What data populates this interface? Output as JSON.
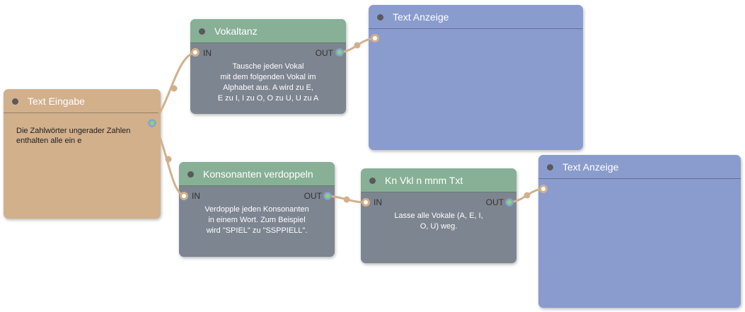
{
  "colors": {
    "wire": "#d2b08c",
    "output_port": "#7ed87e",
    "header_green": "#87b096",
    "node_gray": "#7d8590",
    "input_node": "#d2b08c",
    "display_node": "#8a9ccd"
  },
  "nodes": {
    "text_input": {
      "title": "Text Eingabe",
      "text": "Die Zahlwörter ungerader Zahlen\nenthalten alle ein e"
    },
    "vokaltanz": {
      "title": "Vokaltanz",
      "in_label": "IN",
      "out_label": "OUT",
      "description": "Tausche jeden Vokal\nmit dem folgenden Vokal im\nAlphabet aus. A wird zu E,\nE zu I, I zu O, O zu U, U zu A"
    },
    "display_top": {
      "title": "Text Anzeige",
      "text": ""
    },
    "konsonanten": {
      "title": "Konsonanten verdoppeln",
      "in_label": "IN",
      "out_label": "OUT",
      "description": "Verdopple jeden Konsonanten\nin einem Wort. Zum Beispiel\nwird \"SPIEL\" zu \"SSPPIELL\"."
    },
    "kn_vkl": {
      "title": "Kn Vkl n mnm Txt",
      "in_label": "IN",
      "out_label": "OUT",
      "description": "Lasse alle Vokale (A, E, I,\nO, U) weg."
    },
    "display_bottom": {
      "title": "Text Anzeige",
      "text": ""
    }
  }
}
